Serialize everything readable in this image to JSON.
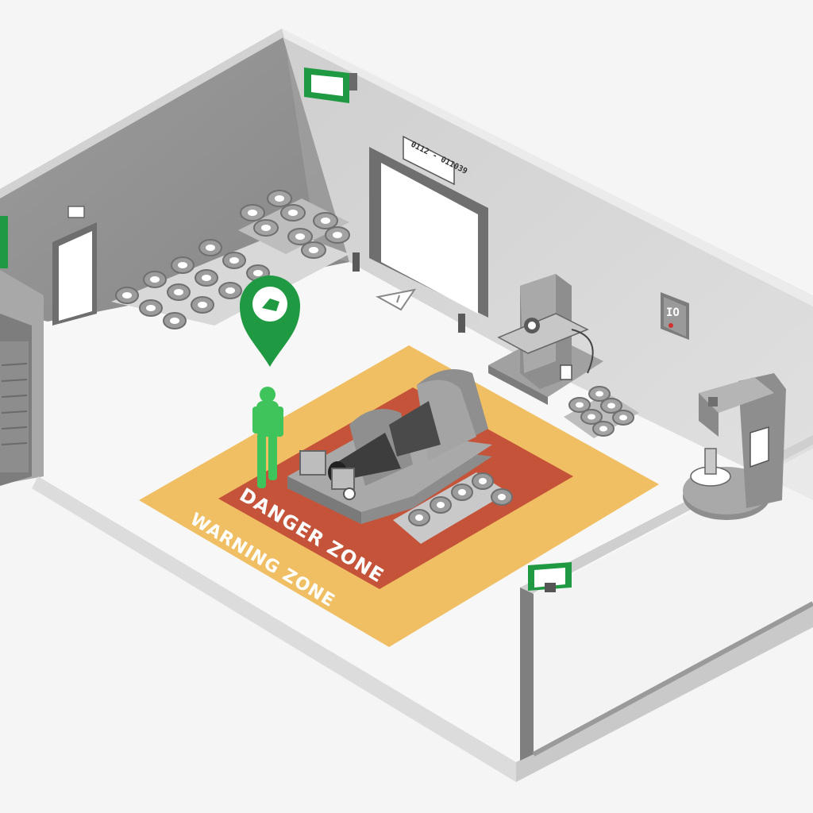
{
  "zones": {
    "danger_label": "DANGER ZONE",
    "warning_label": "WARNING ZONE",
    "danger_color": "#c4533a",
    "warning_color": "#f0bf63"
  },
  "signs": {
    "door_plate": "0112 - 011039",
    "control_panel": "IO"
  },
  "colors": {
    "wall_dark": "#8f8f8f",
    "wall_mid": "#b3b3b3",
    "wall_light": "#d6d6d6",
    "floor": "#f6f6f6",
    "machine": "#9a9a9a",
    "accent_green": "#1f9a42",
    "worker_green": "#3ec45a"
  },
  "icons": {
    "location_pin": "location-pin-icon",
    "warning": "warning-triangle-icon",
    "beacon": "wireless-beacon-icon"
  }
}
